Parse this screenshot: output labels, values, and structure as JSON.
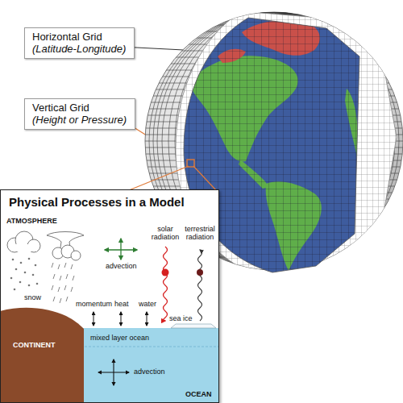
{
  "diagram": {
    "nodes": [
      {
        "text": [
          "Horizontal Grid",
          "(Latitude-Longitude)"
        ]
      },
      {
        "text": [
          "Vertical Grid",
          "(Height or Pressure)"
        ]
      },
      {
        "text": [
          "Physical Processes in a Model"
        ]
      }
    ],
    "labels": [
      "ATMOSPHERE",
      "advection",
      "solar radiation",
      "terrestrial radiation",
      "snow",
      "momentum",
      "heat",
      "water",
      "sea ice",
      "CONTINENT",
      "mixed layer ocean",
      "advection",
      "OCEAN"
    ]
  }
}
